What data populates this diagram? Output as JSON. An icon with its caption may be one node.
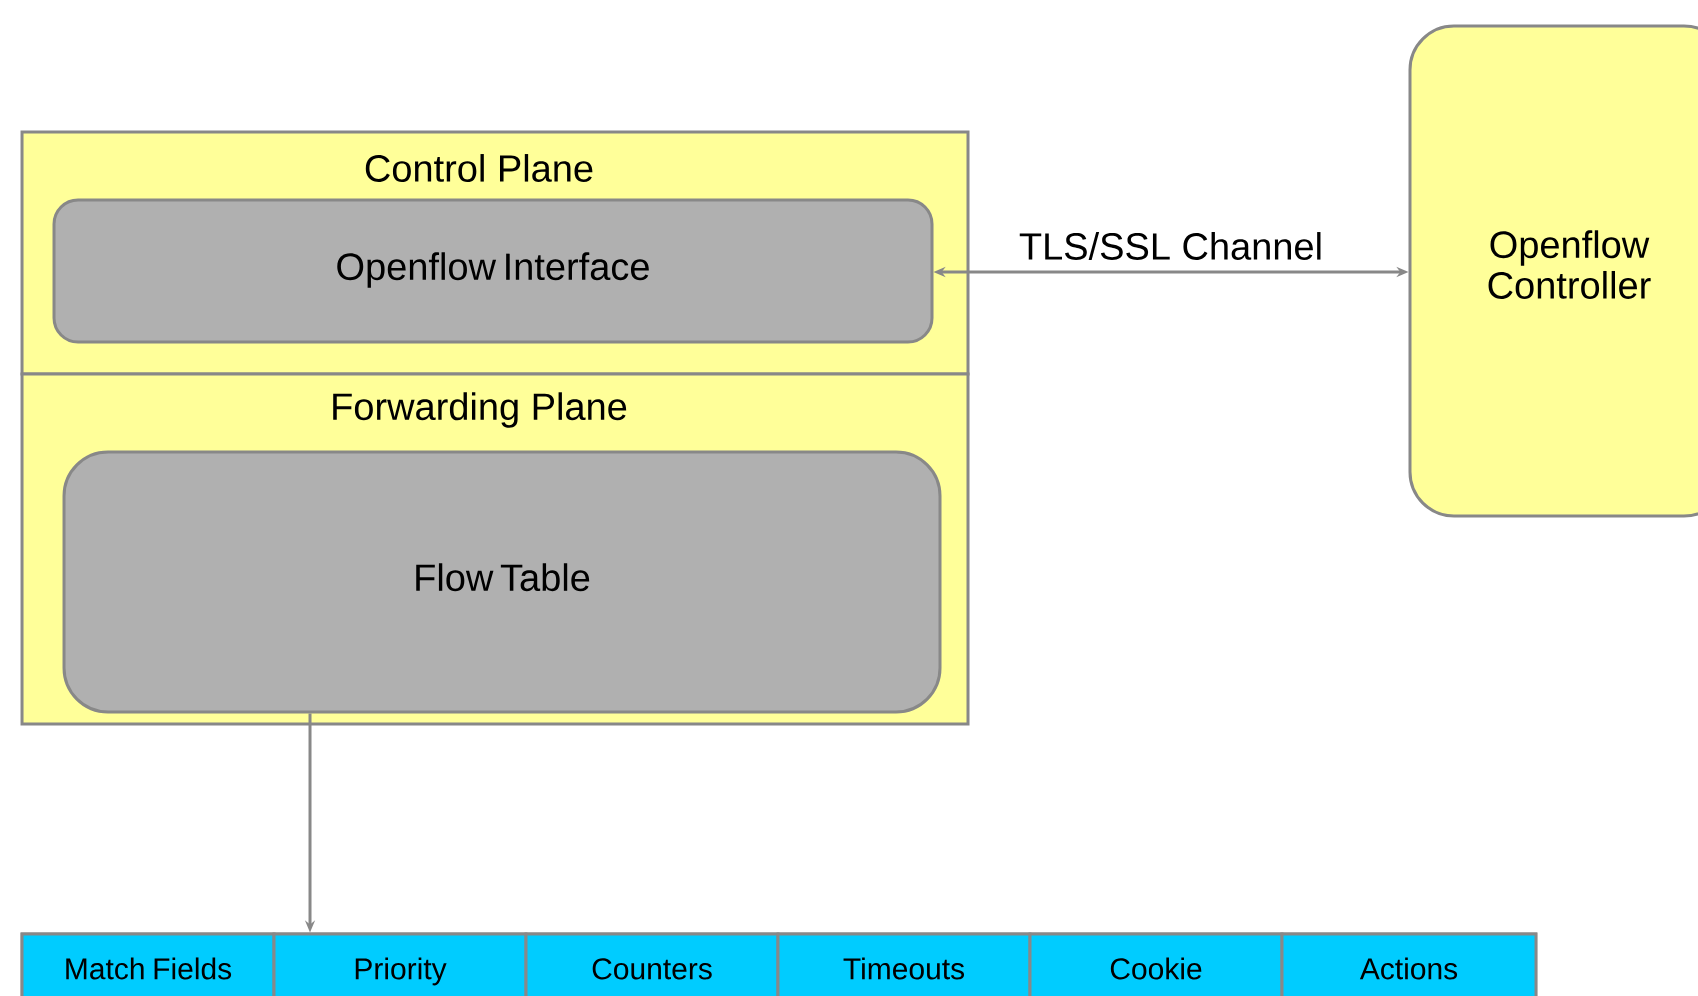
{
  "diagram": {
    "nodes": [
      {
        "text": [
          "Control Plane"
        ]
      },
      {
        "text": [
          "Openflow Interface"
        ],
        "in": 0
      },
      {
        "text": [
          "Forwarding Plane"
        ]
      },
      {
        "text": [
          "Flow Table"
        ],
        "in": 2
      },
      {
        "text": [
          "Openflow Controller"
        ]
      },
      {
        "text": [],
        "shape": "box"
      },
      {
        "text": [
          "Match Fields"
        ],
        "in": 5
      },
      {
        "text": [
          "Priority"
        ],
        "in": 5
      },
      {
        "text": [
          "Counters"
        ],
        "in": 5
      },
      {
        "text": [
          "Timeouts"
        ],
        "in": 5
      },
      {
        "text": [
          "Cookie"
        ],
        "in": 5
      },
      {
        "text": [
          "Actions"
        ],
        "in": 5
      }
    ],
    "edges": [
      {
        "from": 1,
        "to": 4,
        "arrow": "both",
        "label": "TLS/SSL Channel"
      },
      {
        "from": 3,
        "to": 5,
        "arrow": "to"
      }
    ]
  }
}
